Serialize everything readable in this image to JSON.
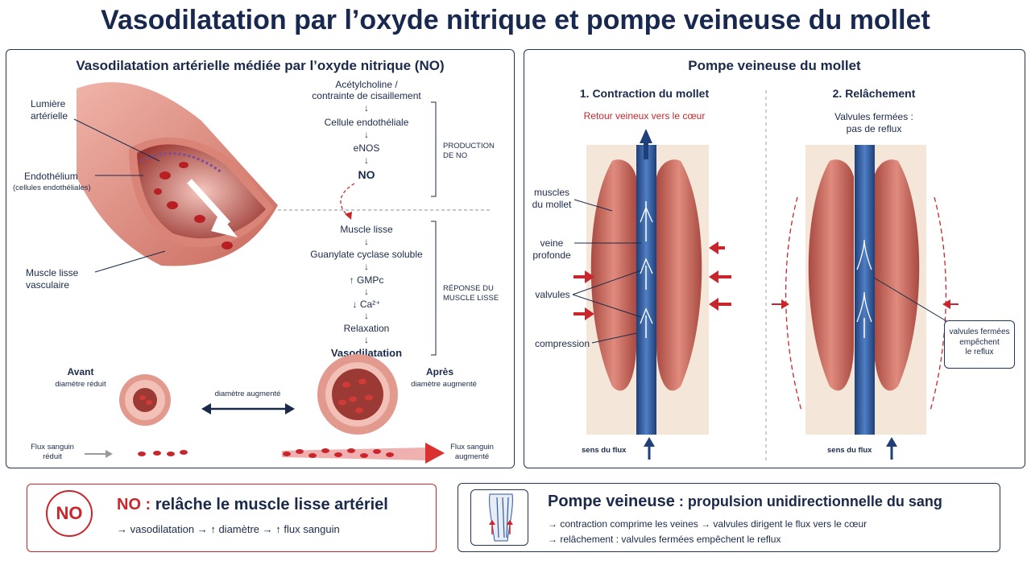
{
  "title": "Vasodilatation par l’oxyde nitrique et pompe veineuse du mollet",
  "left": {
    "title": "Vasodilatation artérielle médiée par l’oxyde nitrique (NO)",
    "labels": {
      "lumen": "Lumière\nartérielle",
      "endothelium": "Endothélium",
      "endothelium_sub": "(cellules endothéliales)",
      "smooth_muscle": "Muscle lisse\nvasculaire"
    },
    "pathway": {
      "trigger": "Acétylcholine /\ncontrainte de cisaillement",
      "cell": "Cellule endothéliale",
      "enos": "eNOS",
      "no": "NO",
      "muscle": "Muscle lisse",
      "guanylate": "Guanylate cyclase soluble",
      "gmpc": "↑ GMPc",
      "ca": "↓ Ca²⁺",
      "relax": "Relaxation",
      "vaso": "Vasodilatation",
      "arrow": "↓",
      "group1": "PRODUCTION\nDE NO",
      "group2": "RÉPONSE DU\nMUSCLE LISSE"
    },
    "before": {
      "title": "Avant",
      "sub": "diamètre réduit",
      "flow": "Flux sanguin\nréduit"
    },
    "middle": "diamètre augmenté",
    "after": {
      "title": "Après",
      "sub": "diamètre augmenté",
      "flow": "Flux sanguin\naugmenté"
    }
  },
  "right": {
    "title": "Pompe veineuse du mollet",
    "contraction": {
      "title": "1. Contraction du mollet",
      "sub": "Retour veineux vers le cœur",
      "muscles": "muscles\ndu mollet",
      "vein": "veine\nprofonde",
      "valves": "valvules",
      "compression": "compression",
      "flow": "sens du flux"
    },
    "relax": {
      "title": "2. Relâchement",
      "sub": "Valvules fermées :\npas de reflux",
      "callout": "valvules fermées\nempêchent\nle reflux",
      "flow": "sens du flux"
    }
  },
  "bottom_left": {
    "badge": "NO",
    "headline_key": "NO :",
    "headline": " relâche le muscle lisse artériel",
    "line": "→  vasodilatation → ↑ diamètre → ↑ flux sanguin"
  },
  "bottom_right": {
    "headline_key": "Pompe veineuse",
    "headline": " : propulsion unidirectionnelle du sang",
    "line1": "→  contraction comprime les veines  →  valvules dirigent le flux vers le cœur",
    "line2": "→  relâchement : valvules fermées empêchent le reflux"
  },
  "colors": {
    "navy": "#1b2a4a",
    "red": "#c8262c",
    "vein": "#2d5a9e",
    "muscle": "#c9665b"
  }
}
